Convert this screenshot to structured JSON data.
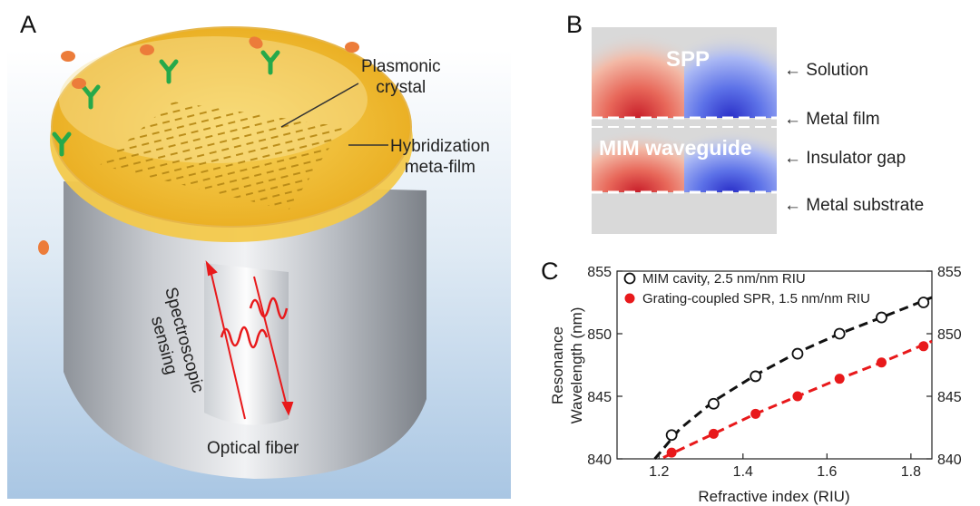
{
  "panel_a": {
    "letter": "A",
    "labels": {
      "plasmonic_line1": "Plasmonic",
      "plasmonic_line2": "crystal",
      "hybrid_line1": "Hybridization",
      "hybrid_line2": "meta-film",
      "spectro_line1": "Spectroscopic",
      "spectro_line2": "sensing",
      "fiber": "Optical fiber"
    }
  },
  "panel_b": {
    "letter": "B",
    "spp": "SPP",
    "mim": "MIM waveguide",
    "labels": {
      "solution": "Solution",
      "metal_film": "Metal film",
      "insulator_gap": "Insulator gap",
      "metal_substrate": "Metal substrate"
    }
  },
  "panel_c": {
    "letter": "C",
    "chart_data": {
      "type": "scatter",
      "xlabel": "Refractive index (RIU)",
      "ylabel_line1": "Resonance",
      "ylabel_line2": "Wavelength (nm)",
      "xlim": [
        1.1,
        1.85
      ],
      "ylim": [
        840,
        855
      ],
      "x_ticks": [
        "1.2",
        "1.4",
        "1.6",
        "1.8"
      ],
      "y_ticks": [
        "840",
        "845",
        "850",
        "855"
      ],
      "right_y_ticks": [
        "840",
        "845",
        "850",
        "855"
      ],
      "legend_position": "top-left",
      "series": [
        {
          "name": "MIM cavity, 2.5 nm/nm RIU",
          "marker": "open-circle",
          "color": "#111111",
          "x": [
            1.23,
            1.33,
            1.43,
            1.53,
            1.63,
            1.73,
            1.83
          ],
          "y": [
            841.9,
            844.4,
            846.6,
            848.4,
            850.0,
            851.3,
            852.5
          ],
          "fit_x": [
            1.19,
            1.25,
            1.33,
            1.43,
            1.53,
            1.63,
            1.73,
            1.86
          ],
          "fit_y": [
            839.8,
            842.4,
            844.6,
            846.7,
            848.5,
            850.0,
            851.3,
            852.9
          ]
        },
        {
          "name": "Grating-coupled SPR, 1.5 nm/nm RIU",
          "marker": "filled-circle",
          "color": "#e8191b",
          "x": [
            1.23,
            1.33,
            1.43,
            1.53,
            1.63,
            1.73,
            1.83
          ],
          "y": [
            840.5,
            842.0,
            843.6,
            845.0,
            846.4,
            847.7,
            849.0
          ],
          "fit_x": [
            1.21,
            1.33,
            1.43,
            1.53,
            1.63,
            1.73,
            1.86
          ],
          "fit_y": [
            840.1,
            842.0,
            843.6,
            845.0,
            846.4,
            847.7,
            849.4
          ]
        }
      ]
    }
  }
}
